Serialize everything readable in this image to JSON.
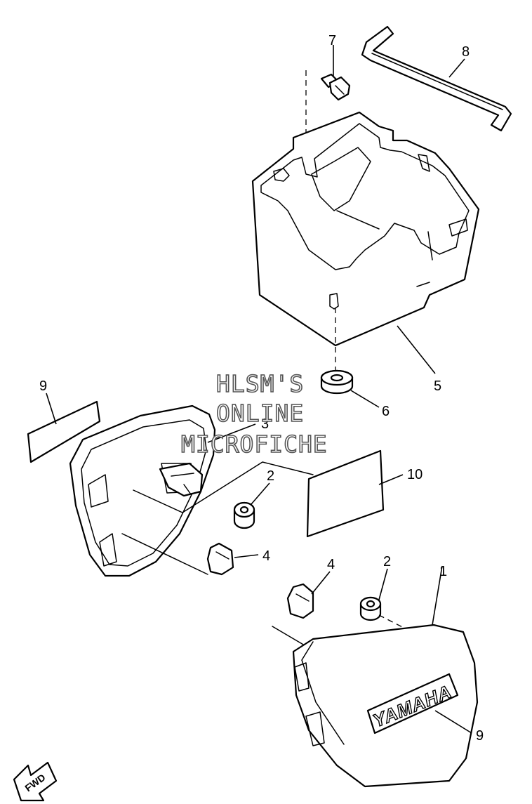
{
  "watermark": {
    "line1": "HLSM'S",
    "line2": "ONLINE",
    "line3": "MICROFICHE"
  },
  "callouts": {
    "part1": "1",
    "part2_upper": "2",
    "part2_lower": "2",
    "part3": "3",
    "part4_upper": "4",
    "part4_lower": "4",
    "part5": "5",
    "part6": "6",
    "part7": "7",
    "part8": "8",
    "part9_upper": "9",
    "part9_lower": "9",
    "part10": "10"
  },
  "emblem_text": "YAMAHA",
  "direction_arrow": "FWD"
}
